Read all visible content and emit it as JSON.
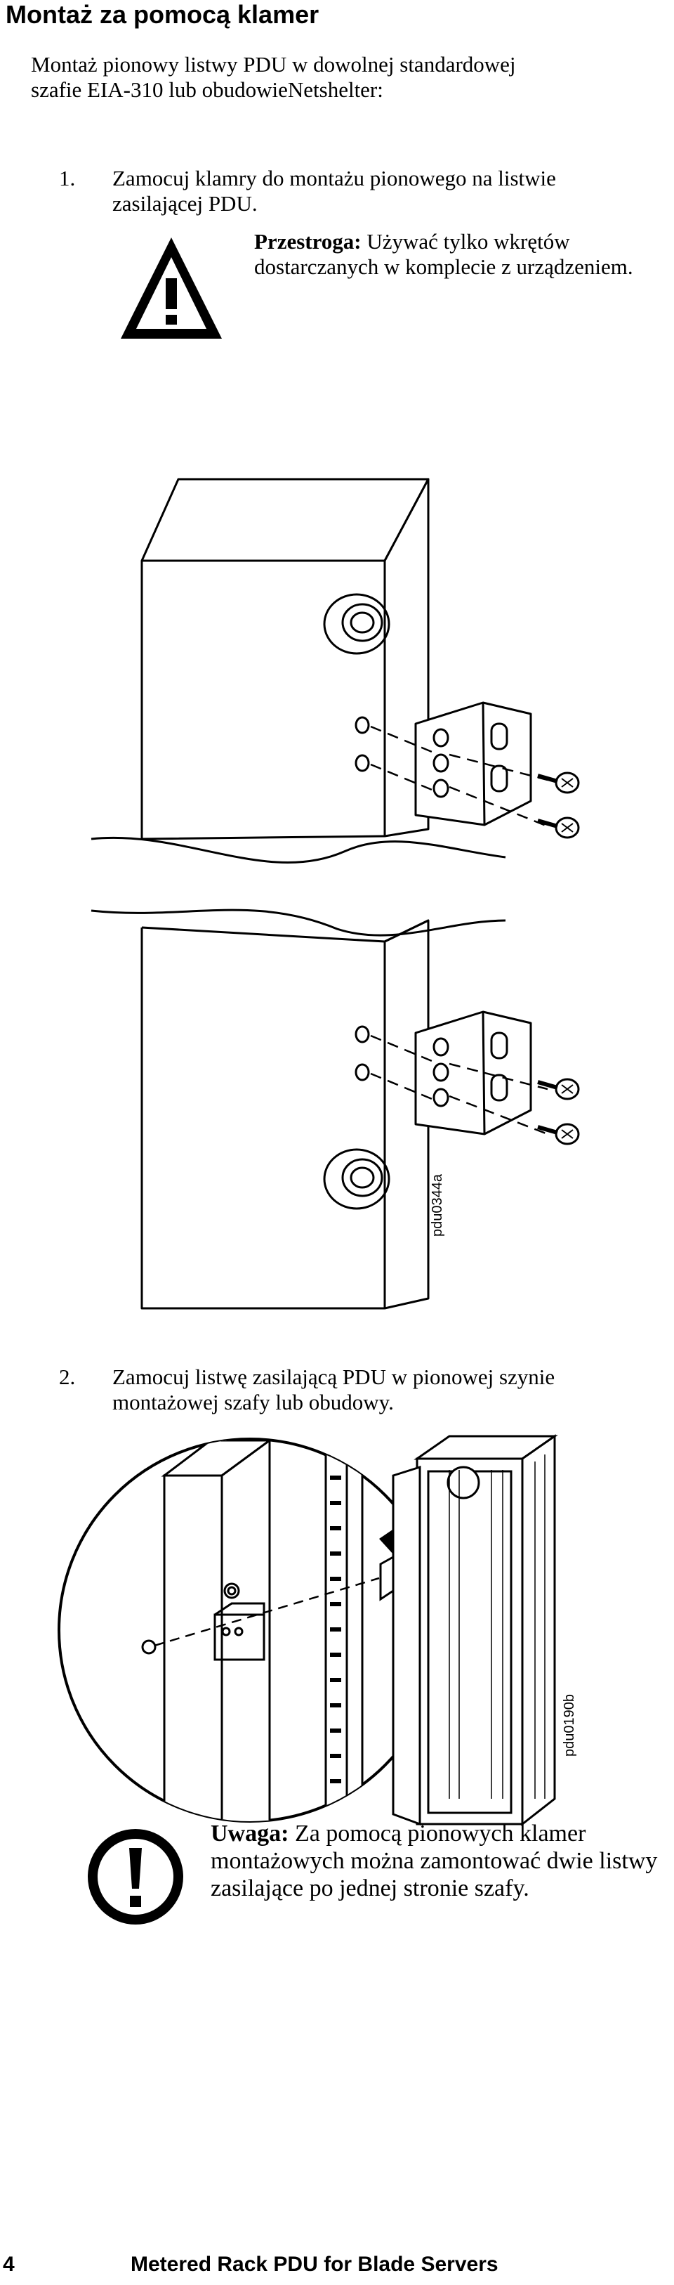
{
  "section_title": "Montaż za pomocą klamer",
  "intro": "Montaż pionowy listwy PDU w dowolnej standardowej szafie EIA-310 lub obudowieNetshelter:",
  "steps": [
    {
      "number": "1.",
      "text": "Zamocuj klamry do montażu pionowego na listwie zasilającej PDU."
    },
    {
      "number": "2.",
      "text": "Zamocuj listwę zasilającą PDU w pionowej szynie montażowej szafy lub obudowy."
    }
  ],
  "caution": {
    "label": "Przestroga:",
    "text": "Używać tylko wkrętów dostarczanych w komplecie z urządzeniem.",
    "icon": "warning-triangle-icon"
  },
  "figure1_code": "pdu0344a",
  "figure2_code": "pdu0190b",
  "note": {
    "label": "Uwaga:",
    "text": "Za pomocą pionowych klamer montażowych można zamontować dwie listwy zasilające po jednej stronie szafy.",
    "icon": "exclamation-circle-icon"
  },
  "footer": {
    "page_number": "4",
    "doc_title": "Metered Rack PDU for Blade Servers"
  }
}
